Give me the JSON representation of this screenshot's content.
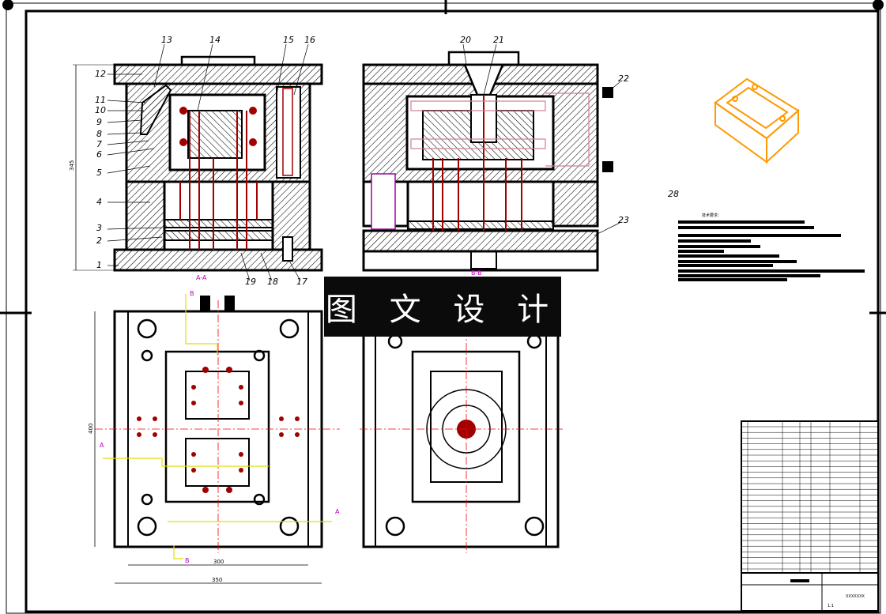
{
  "banner": {
    "text": "图 文 设 计"
  },
  "part_numbers": [
    "1",
    "2",
    "3",
    "4",
    "5",
    "6",
    "7",
    "8",
    "9",
    "10",
    "11",
    "12",
    "13",
    "14",
    "15",
    "16",
    "17",
    "18",
    "19",
    "20",
    "21",
    "22",
    "23",
    "28"
  ],
  "section_labels": {
    "aa": "A-A",
    "bb": "B-B",
    "a": "A",
    "b": "B"
  },
  "dimensions": {
    "height_left": "345",
    "width_plate": "300",
    "width_total": "350",
    "height_plan": "400"
  },
  "notes_title": "技术要求：",
  "title_block": {
    "drawing_no": "XXXXXXX",
    "scale": "1:1"
  },
  "colors": {
    "line": "#000000",
    "hatch": "#000000",
    "center": "#ff0000",
    "section": "#c000c0",
    "accent": "#ff9900",
    "banner": "#0b0b0b"
  }
}
